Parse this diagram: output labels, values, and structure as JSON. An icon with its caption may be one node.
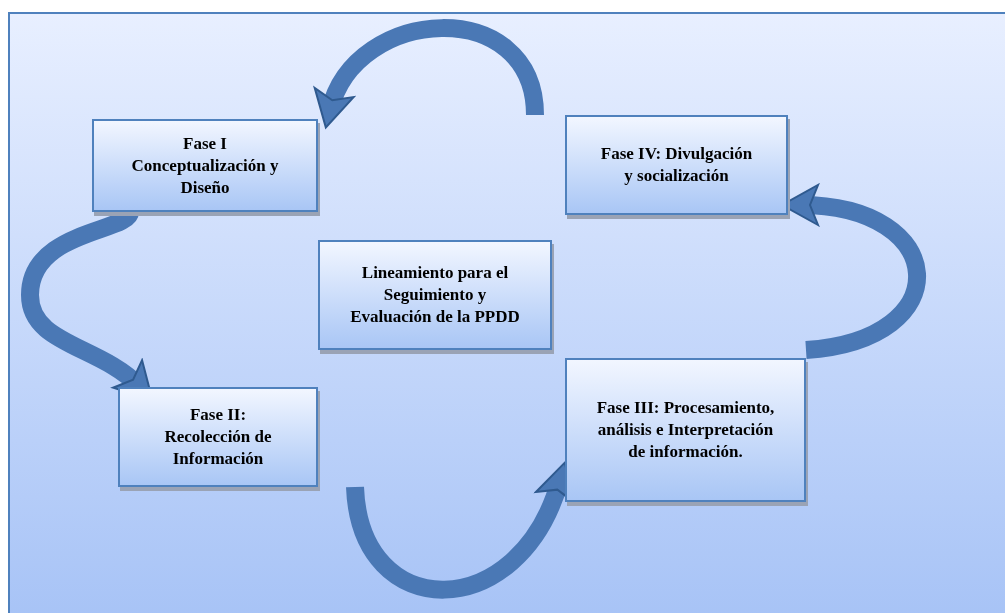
{
  "diagram": {
    "nodes": [
      {
        "text": [
          "Fase I Conceptualización y Diseño"
        ]
      },
      {
        "text": [
          "Fase IV: Divulgación y socialización"
        ]
      },
      {
        "text": [
          "Lineamiento para el Seguimiento y Evaluación de la PPDD"
        ]
      },
      {
        "text": [
          "Fase II: Recolección de Información"
        ]
      },
      {
        "text": [
          "Fase III: Procesamiento, análisis e Interpretación de información."
        ]
      }
    ],
    "edges": [
      {
        "from": 0,
        "to": 3,
        "arrow": "to"
      },
      {
        "from": 3,
        "to": 4,
        "arrow": "to"
      },
      {
        "from": 4,
        "to": 1,
        "arrow": "to"
      },
      {
        "from": 1,
        "to": 0,
        "arrow": "to"
      }
    ]
  }
}
